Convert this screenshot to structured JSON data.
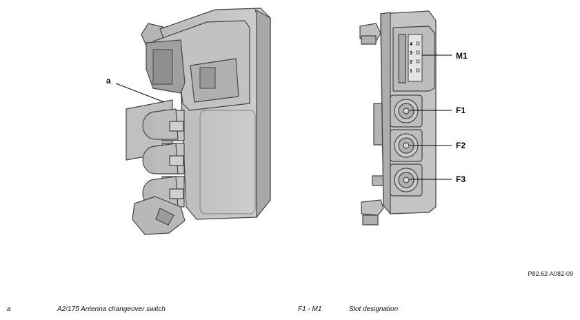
{
  "labels": {
    "a": "a",
    "m1": "M1",
    "f1": "F1",
    "f2": "F2",
    "f3": "F3",
    "pins": [
      "4",
      "3",
      "2",
      "1"
    ]
  },
  "figure_ref": "P82.62-A082-09",
  "legend": [
    {
      "key": "a",
      "text": "A2/175 Antenna changeover switch"
    },
    {
      "key": "F1 - M1",
      "text": "Slot designation"
    }
  ]
}
